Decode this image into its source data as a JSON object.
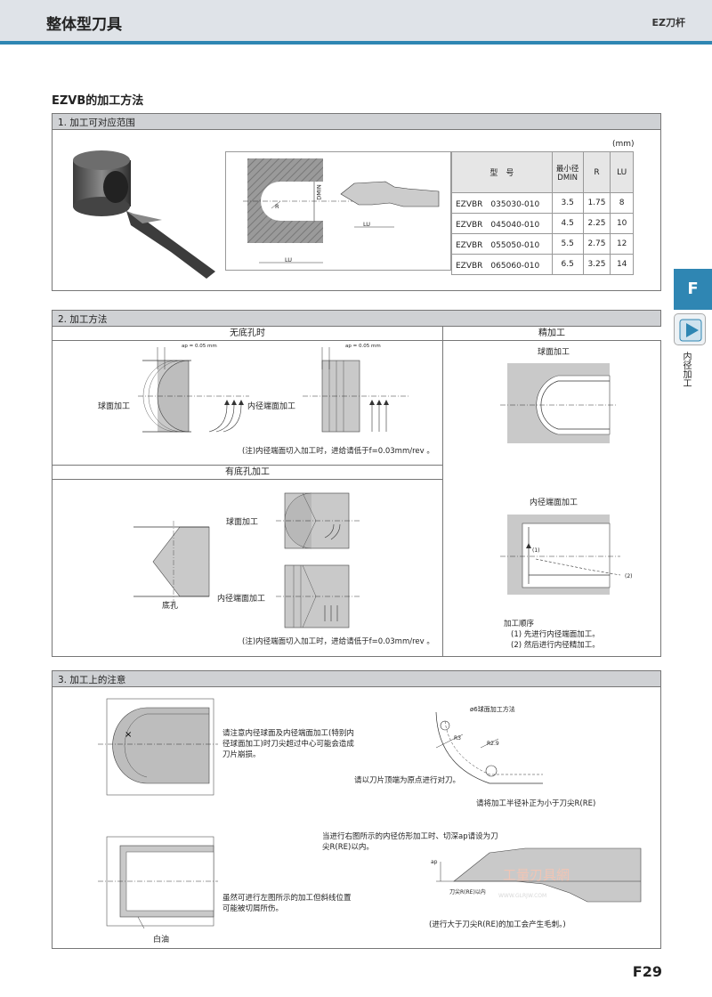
{
  "header": {
    "title": "整体型刀具",
    "right_label": "EZ刀杆"
  },
  "page_title": "EZVB的加工方法",
  "side_tab": {
    "letter": "F",
    "label": "内径加工"
  },
  "section1": {
    "title": "1. 加工可对应范围",
    "unit": "(mm)",
    "dim_labels": {
      "dmin": "DMIN",
      "r": "R",
      "lu": "LU"
    },
    "table": {
      "headers": [
        "型　号",
        "最小径 DMIN",
        "R",
        "LU"
      ],
      "rows": [
        [
          "EZVBR　035030-010",
          "3.5",
          "1.75",
          "8"
        ],
        [
          "EZVBR　045040-010",
          "4.5",
          "2.25",
          "10"
        ],
        [
          "EZVBR　055050-010",
          "5.5",
          "2.75",
          "12"
        ],
        [
          "EZVBR　065060-010",
          "6.5",
          "3.25",
          "14"
        ]
      ]
    }
  },
  "section2": {
    "title": "2. 加工方法",
    "no_bottom_head": "无底孔时",
    "finish_head": "精加工",
    "bottom_head": "有底孔加工",
    "ap_label": "ap = 0.05 mm",
    "ball_label": "球面加工",
    "end_label": "内径端面加工",
    "note1": "(注)内径端面切入加工时，进给请低于f=0.03mm/rev 。",
    "bottom_hole": "底孔",
    "note2": "(注)内径端面切入加工时，进给请低于f=0.03mm/rev 。",
    "finish_ball": "球面加工",
    "finish_end": "内径端面加工",
    "step1": "(1)",
    "step2": "(2)",
    "order_title": "加工顺序",
    "order_1": "(1) 先进行内径端面加工。",
    "order_2": "(2) 然后进行内径精加工。"
  },
  "section3": {
    "title": "3. 加工上的注意",
    "note_a": "请注意内径球面及内径端面加工(特别内径球面加工)时刀尖超过中心可能会造成刀片崩损。",
    "phi_title": "ø6球面加工方法",
    "r3": "R3",
    "r29": "R2.9",
    "note_b": "请以刀片顶端为原点进行对刀。",
    "note_c": "请将加工半径补正为小于刀尖R(RE)",
    "note_d": "虽然可进行左图所示的加工但斜线位置可能被切屑所伤。",
    "white_oil": "白油",
    "note_e": "当进行右图所示的内径仿形加工时、切深ap请设为刀尖R(RE)以内。",
    "ap": "ap",
    "re_label": "刀尖R(RE)以内",
    "note_f": "(进行大于刀尖R(RE)的加工会产生毛刺。)",
    "watermark": "工量刃具網",
    "watermark_url": "WWW.GLRJW.COM"
  },
  "page_number": "F29"
}
